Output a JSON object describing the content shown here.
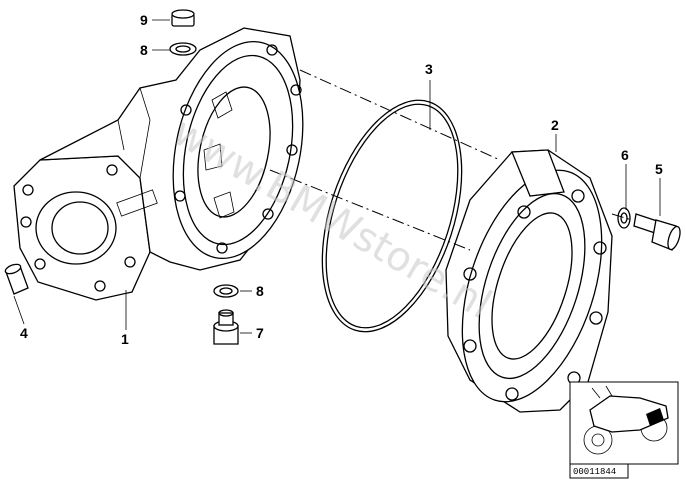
{
  "watermark": "www.BMWstore.nl",
  "reference_number": "00011844",
  "callouts": {
    "p1": "1",
    "p2": "2",
    "p3": "3",
    "p4": "4",
    "p5": "5",
    "p6": "6",
    "p7": "7",
    "p8a": "8",
    "p8b": "8",
    "p9": "9"
  },
  "parts": [
    {
      "id": "1",
      "name": "final-drive-housing"
    },
    {
      "id": "2",
      "name": "housing-cover"
    },
    {
      "id": "3",
      "name": "o-ring"
    },
    {
      "id": "4",
      "name": "dowel-sleeve"
    },
    {
      "id": "5",
      "name": "bolt"
    },
    {
      "id": "6",
      "name": "washer"
    },
    {
      "id": "7",
      "name": "drain-plug"
    },
    {
      "id": "8",
      "name": "gasket-ring"
    },
    {
      "id": "9",
      "name": "filler-plug"
    }
  ]
}
